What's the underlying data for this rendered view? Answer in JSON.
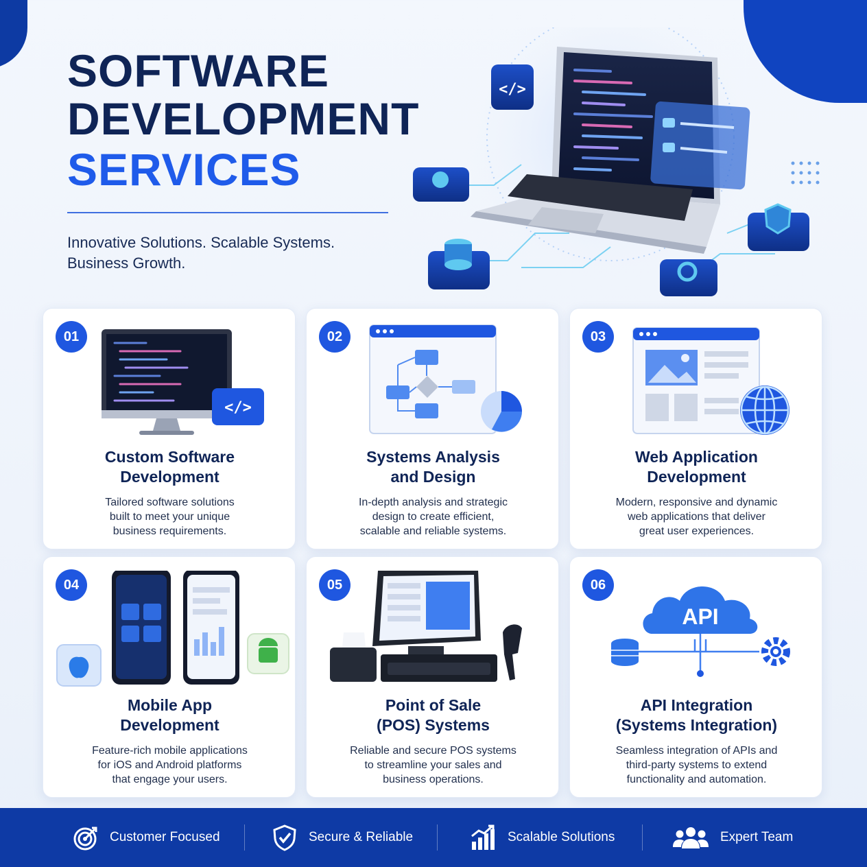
{
  "hero": {
    "title_line1": "SOFTWARE",
    "title_line2": "DEVELOPMENT",
    "title_line3": "SERVICES",
    "tagline_line1": "Innovative Solutions. Scalable Systems.",
    "tagline_line2": "Business Growth."
  },
  "colors": {
    "navy": "#0f2456",
    "accent_blue": "#1f5bea",
    "footer_blue": "#0e3aa5"
  },
  "services": [
    {
      "number": "01",
      "title_line1": "Custom Software",
      "title_line2": "Development",
      "desc_line1": "Tailored software solutions",
      "desc_line2": "built to meet your unique",
      "desc_line3": "business requirements.",
      "icon": "code-monitor-icon"
    },
    {
      "number": "02",
      "title_line1": "Systems Analysis",
      "title_line2": "and Design",
      "desc_line1": "In-depth analysis and strategic",
      "desc_line2": "design to create efficient,",
      "desc_line3": "scalable and reliable systems.",
      "icon": "flowchart-icon"
    },
    {
      "number": "03",
      "title_line1": "Web Application",
      "title_line2": "Development",
      "desc_line1": "Modern, responsive and dynamic",
      "desc_line2": "web applications that deliver",
      "desc_line3": "great user experiences.",
      "icon": "web-page-globe-icon"
    },
    {
      "number": "04",
      "title_line1": "Mobile App",
      "title_line2": "Development",
      "desc_line1": "Feature-rich mobile applications",
      "desc_line2": "for iOS and Android platforms",
      "desc_line3": "that engage your users.",
      "icon": "mobile-phones-icon"
    },
    {
      "number": "05",
      "title_line1": "Point of Sale",
      "title_line2": "(POS) Systems",
      "desc_line1": "Reliable and secure POS systems",
      "desc_line2": "to streamline your sales and",
      "desc_line3": "business operations.",
      "icon": "pos-terminal-icon"
    },
    {
      "number": "06",
      "title_line1": "API Integration",
      "title_line2": "(Systems Integration)",
      "desc_line1": "Seamless integration of APIs and",
      "desc_line2": "third-party systems to extend",
      "desc_line3": "functionality and automation.",
      "icon": "api-cloud-icon",
      "cloud_text": "API"
    }
  ],
  "footer": [
    {
      "label": "Customer Focused",
      "icon": "target-icon"
    },
    {
      "label": "Secure & Reliable",
      "icon": "shield-check-icon"
    },
    {
      "label": "Scalable Solutions",
      "icon": "growth-chart-icon"
    },
    {
      "label": "Expert Team",
      "icon": "team-icon"
    }
  ]
}
